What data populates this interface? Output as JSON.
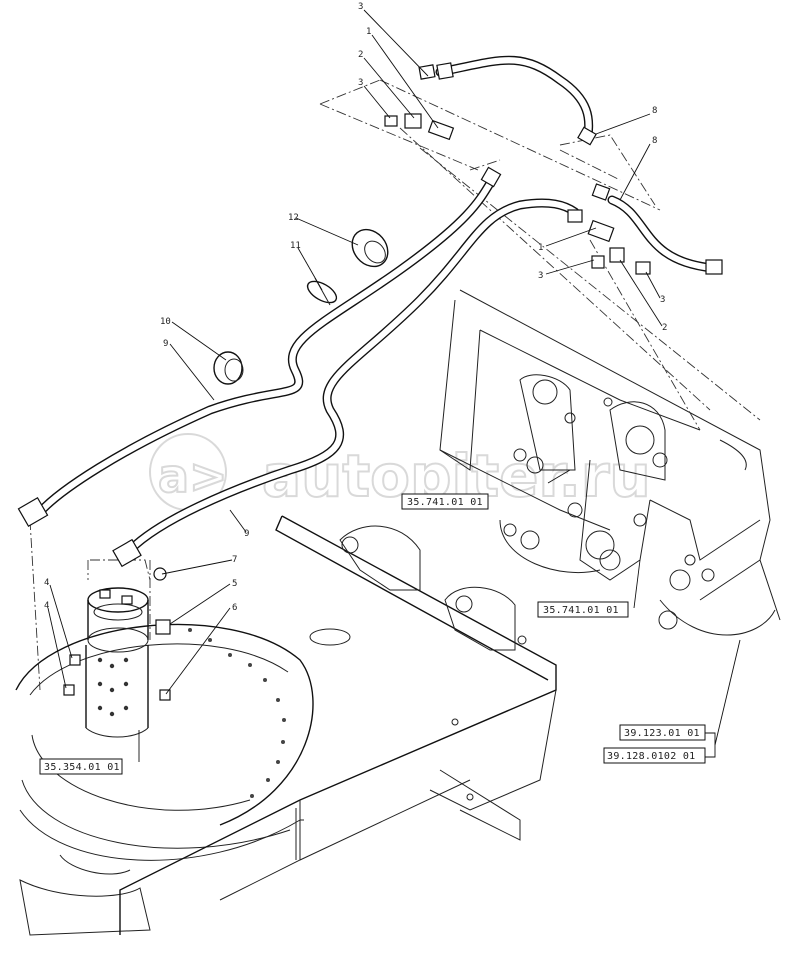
{
  "watermark": "autopiter.ru",
  "reference_boxes": {
    "upper": "35.741.01 01",
    "lower": "35.741.01 01",
    "swivel": "35.354.01 01",
    "frame_a": "39.123.01 01",
    "frame_b": "39.128.0102 01"
  },
  "callouts": {
    "c3_top": "3",
    "c1_top": "1",
    "c2_top": "2",
    "c3_b": "3",
    "c8_a": "8",
    "c8_b": "8",
    "c12": "12",
    "c11": "11",
    "c10": "10",
    "c9": "9",
    "c1_mid": "1",
    "c3_mid": "3",
    "c3_right": "3",
    "c2_right": "2",
    "c9_low": "9",
    "c7": "7",
    "c5": "5",
    "c6": "6",
    "c4_a": "4",
    "c4_b": "4"
  }
}
